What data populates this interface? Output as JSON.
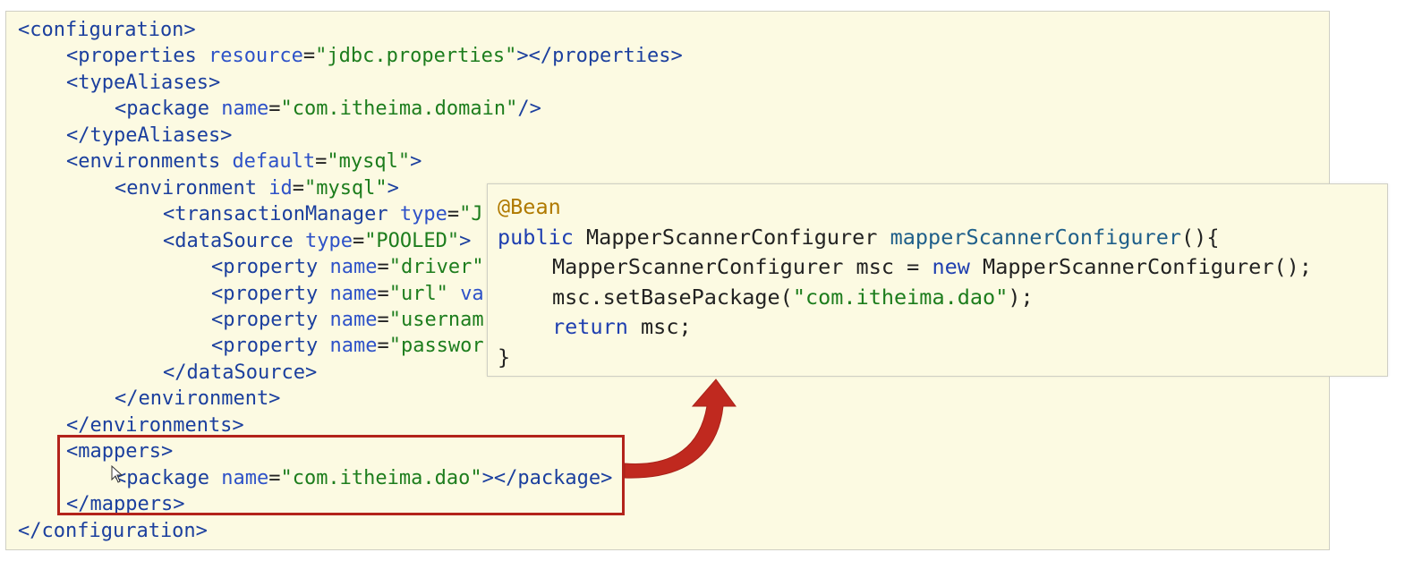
{
  "xml_lines": [
    {
      "indent": 0,
      "tokens": [
        {
          "c": "tg",
          "t": "<configuration>"
        }
      ]
    },
    {
      "indent": 1,
      "tokens": [
        {
          "c": "tg",
          "t": "<properties"
        },
        {
          "c": "pl",
          "t": " "
        },
        {
          "c": "at",
          "t": "resource"
        },
        {
          "c": "eq",
          "t": "="
        },
        {
          "c": "st",
          "t": "\"jdbc.properties\""
        },
        {
          "c": "tg",
          "t": "></properties>"
        }
      ]
    },
    {
      "indent": 1,
      "tokens": [
        {
          "c": "tg",
          "t": "<typeAliases>"
        }
      ]
    },
    {
      "indent": 2,
      "tokens": [
        {
          "c": "tg",
          "t": "<package"
        },
        {
          "c": "pl",
          "t": " "
        },
        {
          "c": "at",
          "t": "name"
        },
        {
          "c": "eq",
          "t": "="
        },
        {
          "c": "st",
          "t": "\"com.itheima.domain\""
        },
        {
          "c": "tg",
          "t": "/>"
        }
      ]
    },
    {
      "indent": 1,
      "tokens": [
        {
          "c": "tg",
          "t": "</typeAliases>"
        }
      ]
    },
    {
      "indent": 1,
      "tokens": [
        {
          "c": "tg",
          "t": "<environments"
        },
        {
          "c": "pl",
          "t": " "
        },
        {
          "c": "at",
          "t": "default"
        },
        {
          "c": "eq",
          "t": "="
        },
        {
          "c": "st",
          "t": "\"mysql\""
        },
        {
          "c": "tg",
          "t": ">"
        }
      ]
    },
    {
      "indent": 2,
      "tokens": [
        {
          "c": "tg",
          "t": "<environment"
        },
        {
          "c": "pl",
          "t": " "
        },
        {
          "c": "at",
          "t": "id"
        },
        {
          "c": "eq",
          "t": "="
        },
        {
          "c": "st",
          "t": "\"mysql\""
        },
        {
          "c": "tg",
          "t": ">"
        }
      ]
    },
    {
      "indent": 3,
      "tokens": [
        {
          "c": "tg",
          "t": "<transactionManager"
        },
        {
          "c": "pl",
          "t": " "
        },
        {
          "c": "at",
          "t": "type"
        },
        {
          "c": "eq",
          "t": "="
        },
        {
          "c": "st",
          "t": "\"J"
        }
      ]
    },
    {
      "indent": 3,
      "tokens": [
        {
          "c": "tg",
          "t": "<dataSource"
        },
        {
          "c": "pl",
          "t": " "
        },
        {
          "c": "at",
          "t": "type"
        },
        {
          "c": "eq",
          "t": "="
        },
        {
          "c": "st",
          "t": "\"POOLED\""
        },
        {
          "c": "tg",
          "t": ">"
        }
      ]
    },
    {
      "indent": 4,
      "tokens": [
        {
          "c": "tg",
          "t": "<property"
        },
        {
          "c": "pl",
          "t": " "
        },
        {
          "c": "at",
          "t": "name"
        },
        {
          "c": "eq",
          "t": "="
        },
        {
          "c": "st",
          "t": "\"driver\""
        }
      ]
    },
    {
      "indent": 4,
      "tokens": [
        {
          "c": "tg",
          "t": "<property"
        },
        {
          "c": "pl",
          "t": " "
        },
        {
          "c": "at",
          "t": "name"
        },
        {
          "c": "eq",
          "t": "="
        },
        {
          "c": "st",
          "t": "\"url\""
        },
        {
          "c": "pl",
          "t": " "
        },
        {
          "c": "at",
          "t": "va"
        }
      ]
    },
    {
      "indent": 4,
      "tokens": [
        {
          "c": "tg",
          "t": "<property"
        },
        {
          "c": "pl",
          "t": " "
        },
        {
          "c": "at",
          "t": "name"
        },
        {
          "c": "eq",
          "t": "="
        },
        {
          "c": "st",
          "t": "\"usernam"
        }
      ]
    },
    {
      "indent": 4,
      "tokens": [
        {
          "c": "tg",
          "t": "<property"
        },
        {
          "c": "pl",
          "t": " "
        },
        {
          "c": "at",
          "t": "name"
        },
        {
          "c": "eq",
          "t": "="
        },
        {
          "c": "st",
          "t": "\"passwor"
        }
      ]
    },
    {
      "indent": 3,
      "tokens": [
        {
          "c": "tg",
          "t": "</dataSource>"
        }
      ]
    },
    {
      "indent": 2,
      "tokens": [
        {
          "c": "tg",
          "t": "</environment>"
        }
      ]
    },
    {
      "indent": 1,
      "tokens": [
        {
          "c": "tg",
          "t": "</environments>"
        }
      ]
    },
    {
      "indent": 1,
      "tokens": [
        {
          "c": "tg",
          "t": "<mappers>"
        }
      ]
    },
    {
      "indent": 2,
      "tokens": [
        {
          "c": "tg",
          "t": "<package"
        },
        {
          "c": "pl",
          "t": " "
        },
        {
          "c": "at",
          "t": "name"
        },
        {
          "c": "eq",
          "t": "="
        },
        {
          "c": "st",
          "t": "\"com.itheima.dao\""
        },
        {
          "c": "tg",
          "t": "></package>"
        }
      ]
    },
    {
      "indent": 1,
      "tokens": [
        {
          "c": "tg",
          "t": "</mappers>"
        }
      ]
    },
    {
      "indent": 0,
      "tokens": [
        {
          "c": "tg",
          "t": "</configuration>"
        }
      ]
    }
  ],
  "java_lines": [
    {
      "indent": 0,
      "tokens": [
        {
          "c": "an",
          "t": "@Bean"
        }
      ]
    },
    {
      "indent": 0,
      "tokens": [
        {
          "c": "kw",
          "t": "public"
        },
        {
          "c": "pl",
          "t": " MapperScannerConfigurer "
        },
        {
          "c": "mt",
          "t": "mapperScannerConfigurer"
        },
        {
          "c": "pl",
          "t": "(){"
        }
      ]
    },
    {
      "indent": 1,
      "tokens": [
        {
          "c": "pl",
          "t": "MapperScannerConfigurer msc = "
        },
        {
          "c": "kw",
          "t": "new"
        },
        {
          "c": "pl",
          "t": " MapperScannerConfigurer();"
        }
      ]
    },
    {
      "indent": 1,
      "tokens": [
        {
          "c": "pl",
          "t": "msc.setBasePackage("
        },
        {
          "c": "st",
          "t": "\"com.itheima.dao\""
        },
        {
          "c": "pl",
          "t": ");"
        }
      ]
    },
    {
      "indent": 1,
      "tokens": [
        {
          "c": "kw",
          "t": "return"
        },
        {
          "c": "pl",
          "t": " msc;"
        }
      ]
    },
    {
      "indent": 0,
      "tokens": [
        {
          "c": "pl",
          "t": "}"
        }
      ]
    }
  ],
  "colors": {
    "panel_bg": "#fcfae2",
    "highlight": "#b3231b",
    "arrow": "#c0291f"
  }
}
